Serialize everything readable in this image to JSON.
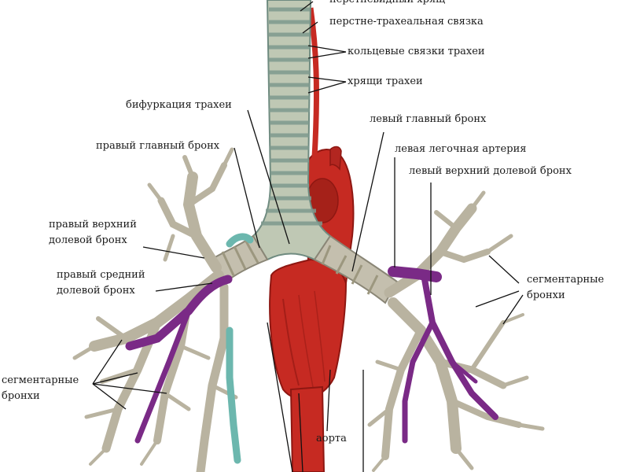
{
  "labels": {
    "cricoid_cartilage": "перстневидный хрящ",
    "cricotracheal_ligament": "перстне-трахеальная связка",
    "annular_ligaments": "кольцевые связки трахеи",
    "tracheal_cartilages": "хрящи трахеи",
    "tracheal_bifurcation": "бифуркация трахеи",
    "left_main_bronchus": "левый главный бронх",
    "right_main_bronchus": "правый главный бронх",
    "left_pulmonary_artery": "левая легочная артерия",
    "left_upper_lobar_line1": "левый верхний долевой бронх",
    "right_upper_lobar_line1": "правый верхний",
    "right_upper_lobar_line2": "долевой бронх",
    "right_middle_lobar_line1": "правый средний",
    "right_middle_lobar_line2": "долевой бронх",
    "segmental_right_line1": "сегментарные",
    "segmental_right_line2": "бронхи",
    "segmental_left_line1": "сегментарные",
    "segmental_left_line2": "бронхи",
    "aorta": "аорта"
  },
  "colors": {
    "background": "#ffffff",
    "trachea": "#bfc8b4",
    "trachea_ring": "#7e9a8e",
    "bronchi": "#c4bfae",
    "aorta": "#c62a22",
    "aorta_dark": "#8e1712",
    "pulmonary_artery": "#7a2a86",
    "pulmonary_vein": "#6cb7ae",
    "leader_line": "#111111",
    "label_text": "#1a1a1a"
  }
}
